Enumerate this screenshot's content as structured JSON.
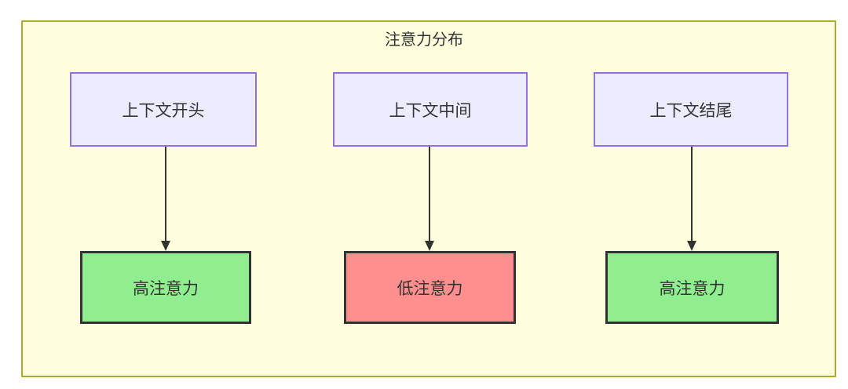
{
  "diagram": {
    "title": "注意力分布",
    "colors": {
      "cluster_fill": "#ffffde",
      "cluster_border": "#aaaa33",
      "source_fill": "#ececff",
      "source_border": "#9370db",
      "high_attention_fill": "#90ee90",
      "low_attention_fill": "#ff8f8f",
      "result_border": "#333333",
      "arrow": "#333333",
      "text": "#333333"
    },
    "columns": [
      {
        "source": "上下文开头",
        "result": "高注意力",
        "level": "high"
      },
      {
        "source": "上下文中间",
        "result": "低注意力",
        "level": "low"
      },
      {
        "source": "上下文结尾",
        "result": "高注意力",
        "level": "high"
      }
    ]
  }
}
